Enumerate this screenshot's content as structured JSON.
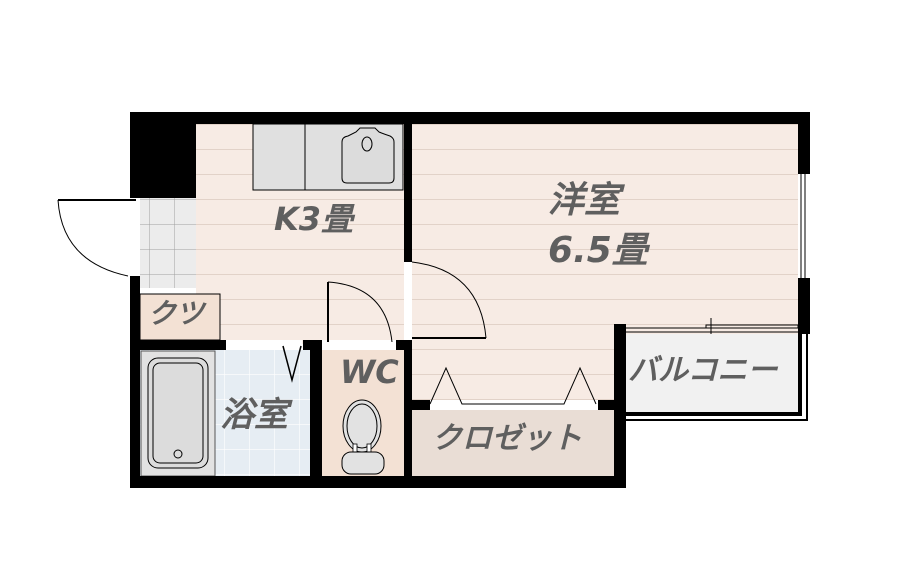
{
  "floor_plan": {
    "rooms": {
      "kitchen": {
        "label": "K3畳"
      },
      "western_room": {
        "name": "洋室",
        "size": "6.5畳"
      },
      "shoe_closet": {
        "label": "クツ"
      },
      "bathroom": {
        "label": "浴室"
      },
      "toilet": {
        "label": "WC"
      },
      "closet": {
        "label": "クロゼット"
      },
      "balcony": {
        "label": "バルコニー"
      }
    },
    "colors": {
      "wall": "#000000",
      "floor_wood": "#f7ebe4",
      "floor_lines": "#e2d2c8",
      "tile_floor": "#e8eef4",
      "entrance_tile": "#ececec",
      "fixture_gray": "#e0e0e0",
      "closet_floor": "#e9ddd5",
      "wc_floor": "#f3e1d4",
      "balcony_floor": "#f1f1f1",
      "label_text": "#5f5f5f"
    }
  }
}
